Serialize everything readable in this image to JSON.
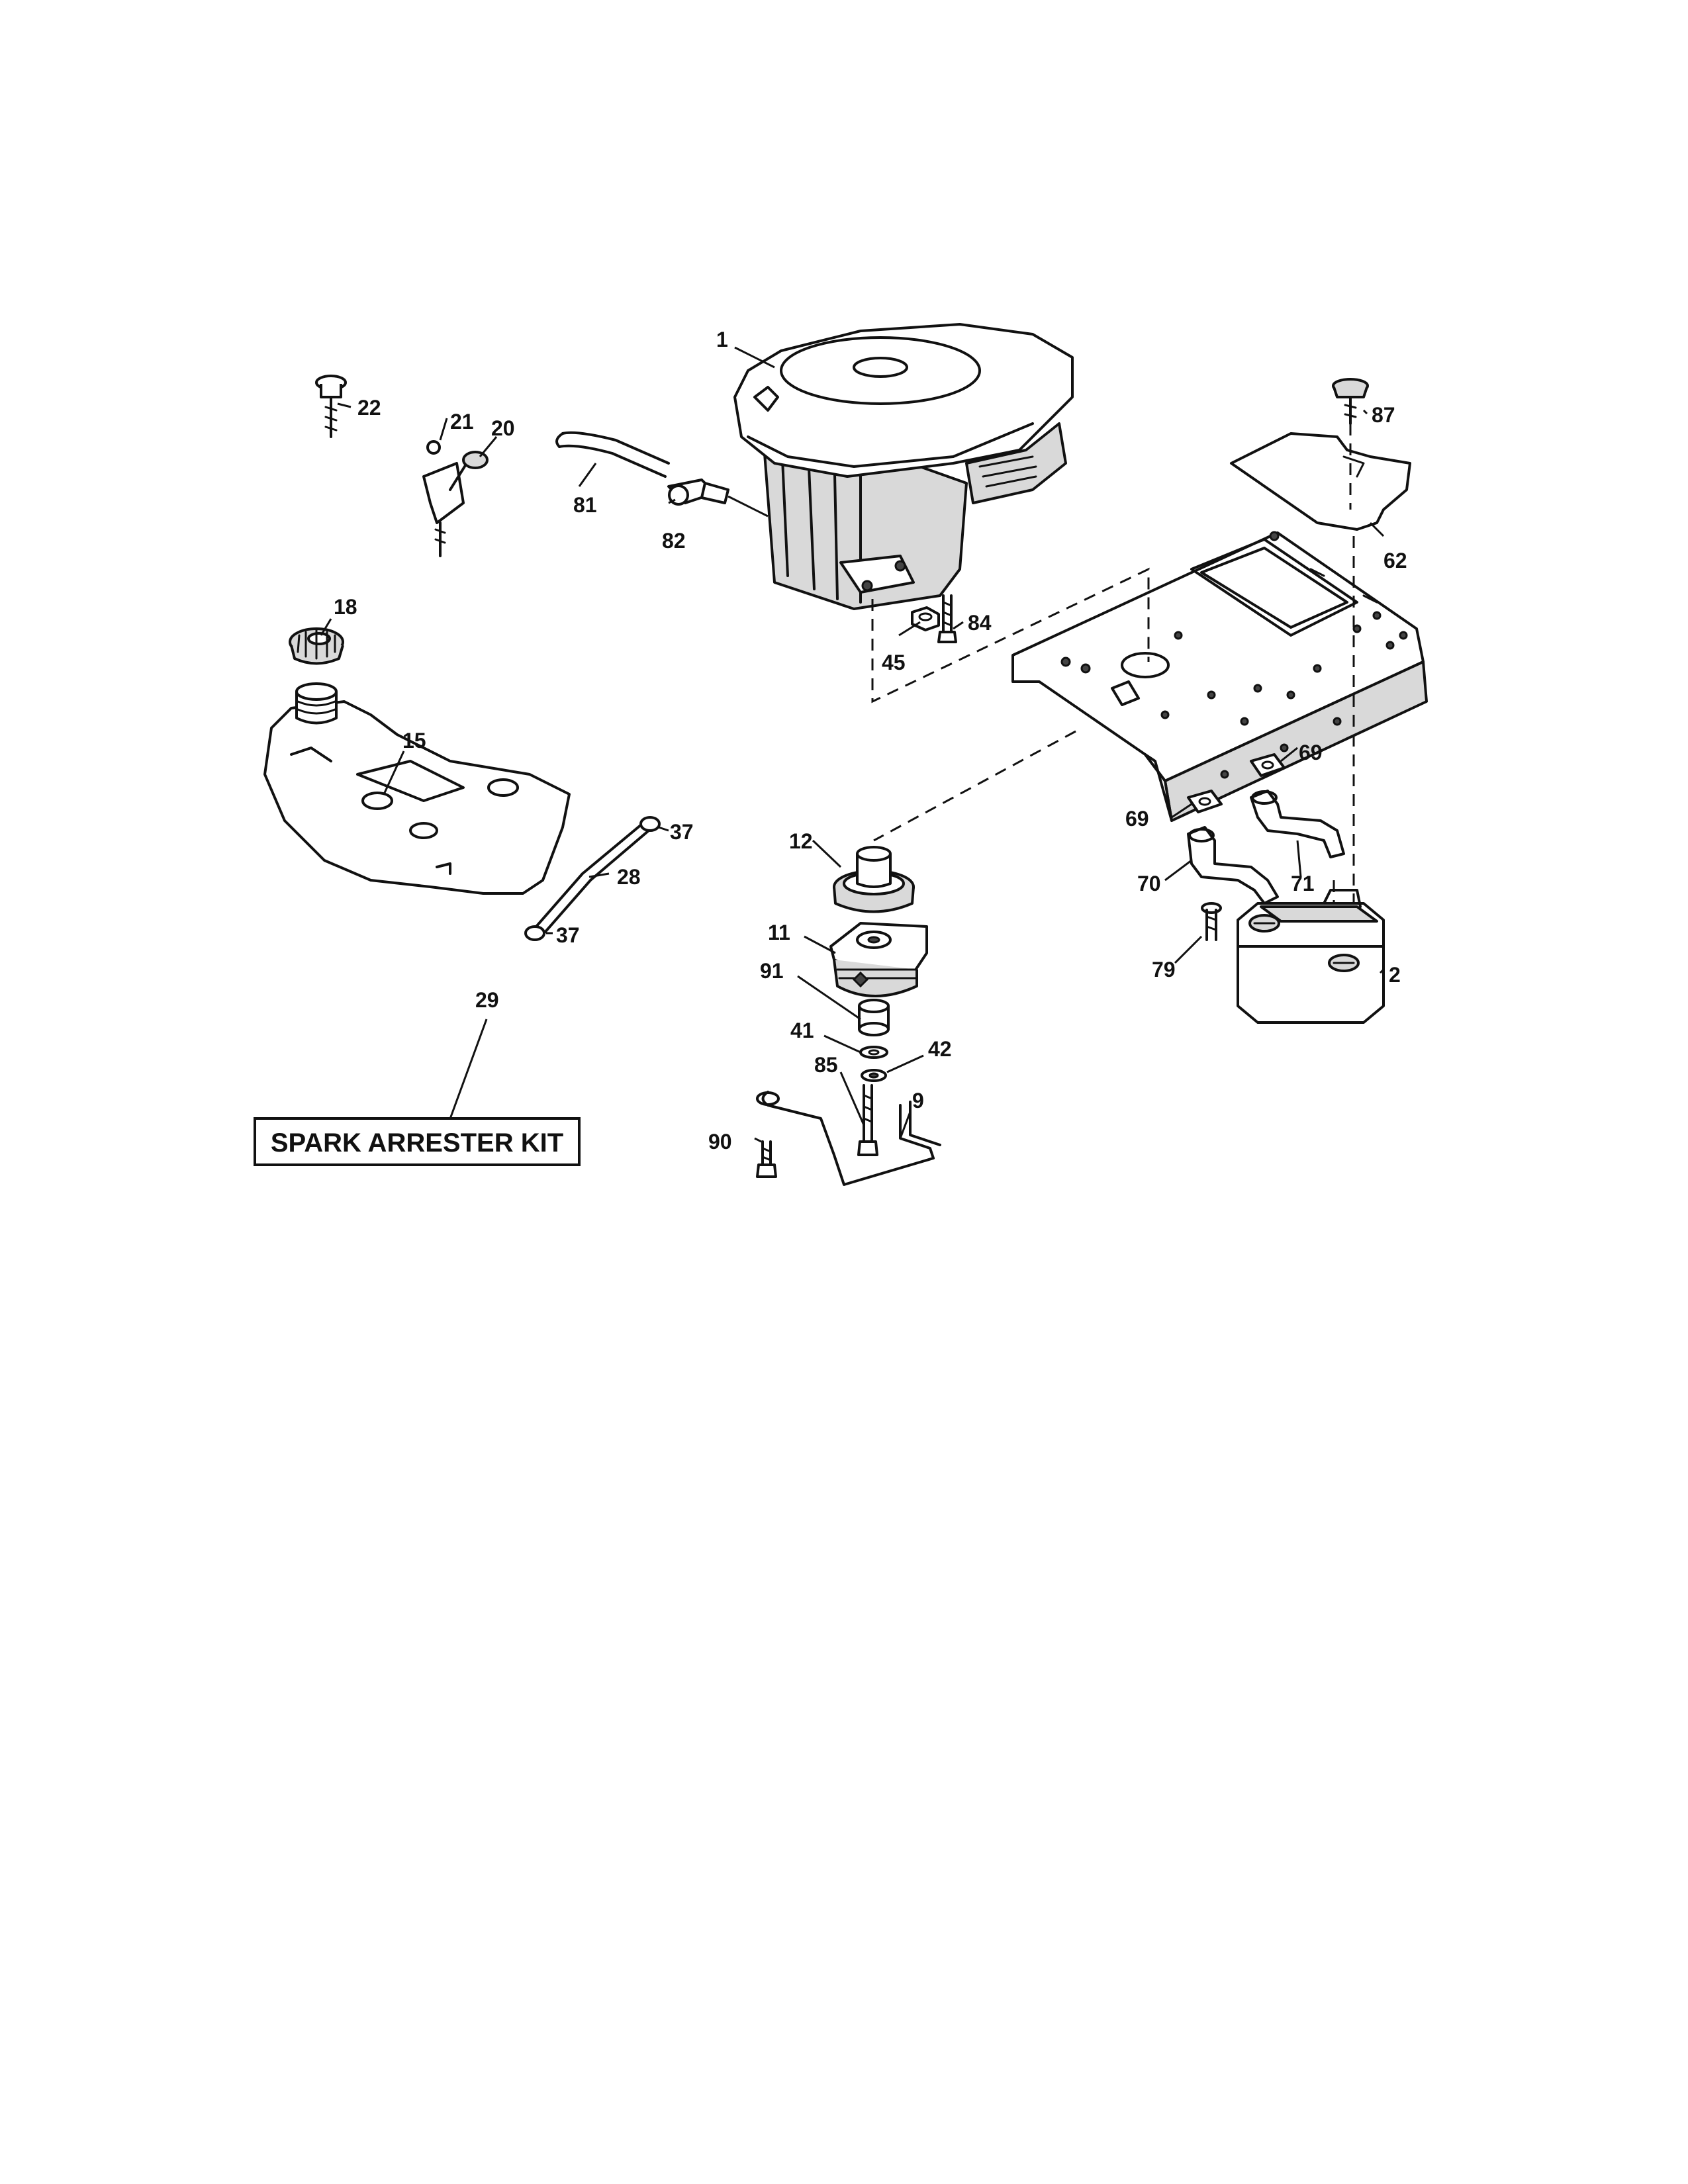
{
  "callouts": {
    "c1": "1",
    "c2": "2",
    "c9": "9",
    "c11": "11",
    "c12": "12",
    "c15": "15",
    "c18": "18",
    "c20": "20",
    "c21": "21",
    "c22": "22",
    "c28": "28",
    "c29": "29",
    "c37a": "37",
    "c37b": "37",
    "c41": "41",
    "c42": "42",
    "c45": "45",
    "c62": "62",
    "c69a": "69",
    "c69b": "69",
    "c70": "70",
    "c71": "71",
    "c79": "79",
    "c81": "81",
    "c82": "82",
    "c84": "84",
    "c85": "85",
    "c87": "87",
    "c90": "90",
    "c91": "91"
  },
  "kit_label": "SPARK ARRESTER KIT"
}
